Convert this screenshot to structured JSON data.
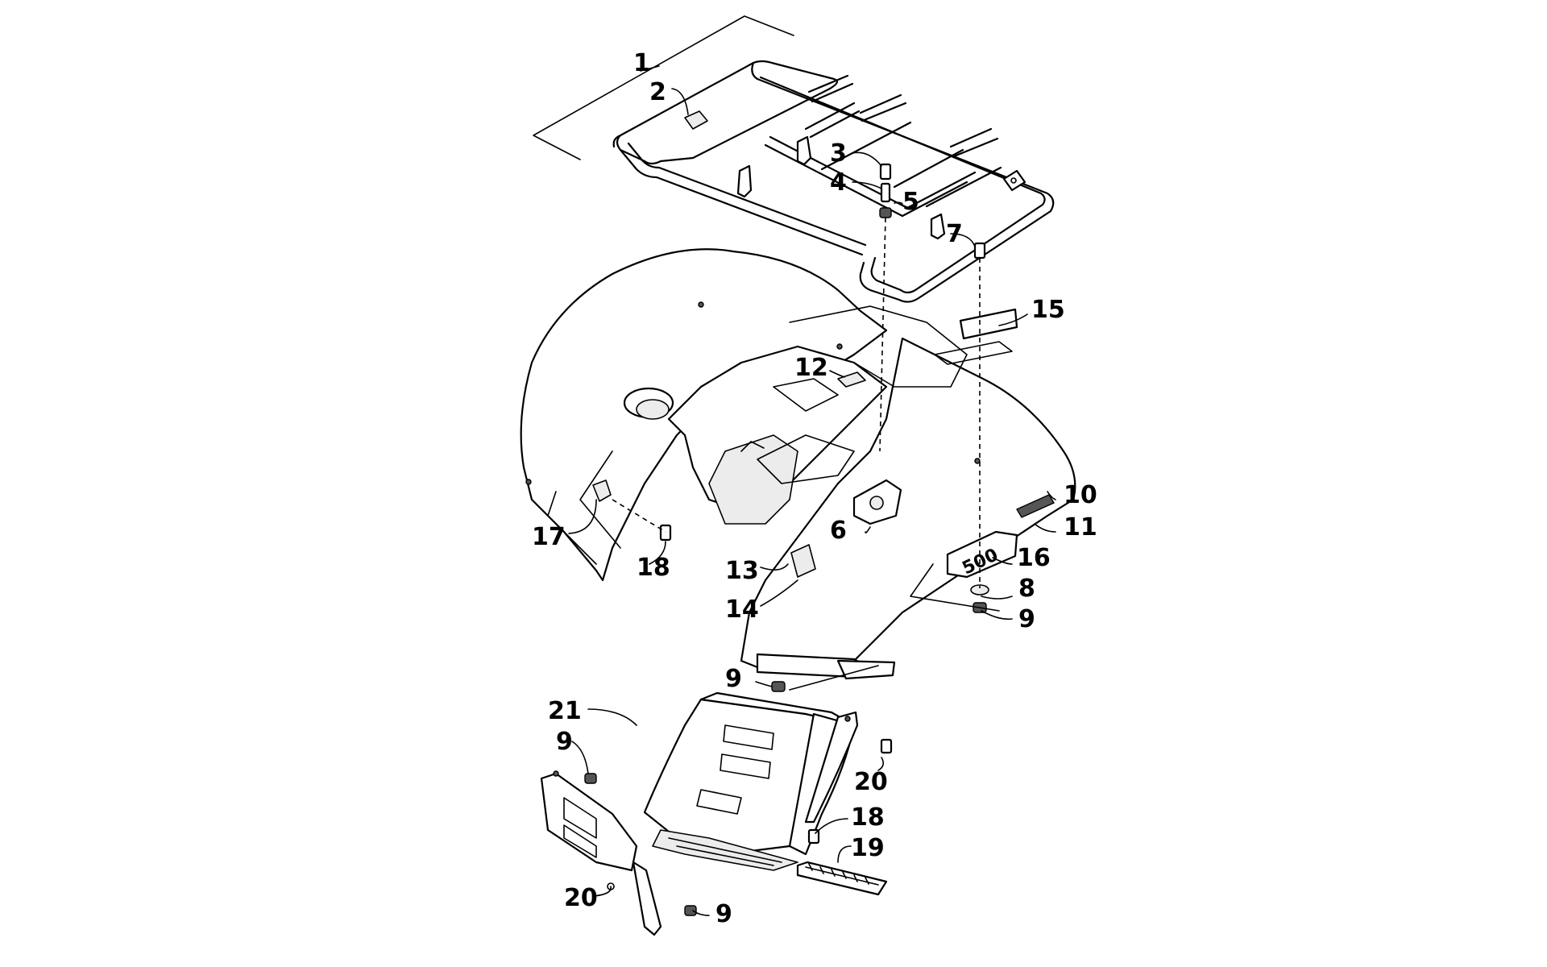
{
  "callouts": [
    {
      "id": "1",
      "text": "1"
    },
    {
      "id": "2",
      "text": "2"
    },
    {
      "id": "3",
      "text": "3"
    },
    {
      "id": "4",
      "text": "4"
    },
    {
      "id": "5",
      "text": "5"
    },
    {
      "id": "6",
      "text": "6"
    },
    {
      "id": "7",
      "text": "7"
    },
    {
      "id": "8",
      "text": "8"
    },
    {
      "id": "9a",
      "text": "9"
    },
    {
      "id": "9b",
      "text": "9"
    },
    {
      "id": "9c",
      "text": "9"
    },
    {
      "id": "9d",
      "text": "9"
    },
    {
      "id": "10",
      "text": "10"
    },
    {
      "id": "11",
      "text": "11"
    },
    {
      "id": "12",
      "text": "12"
    },
    {
      "id": "13",
      "text": "13"
    },
    {
      "id": "14",
      "text": "14"
    },
    {
      "id": "15",
      "text": "15"
    },
    {
      "id": "16",
      "text": "16"
    },
    {
      "id": "17",
      "text": "17"
    },
    {
      "id": "18a",
      "text": "18"
    },
    {
      "id": "18b",
      "text": "18"
    },
    {
      "id": "19",
      "text": "19"
    },
    {
      "id": "20a",
      "text": "20"
    },
    {
      "id": "20b",
      "text": "20"
    },
    {
      "id": "21",
      "text": "21"
    }
  ],
  "decal_text": "500",
  "colors": {
    "ink": "#000000",
    "paper": "#ffffff",
    "shade": "#ececec"
  }
}
